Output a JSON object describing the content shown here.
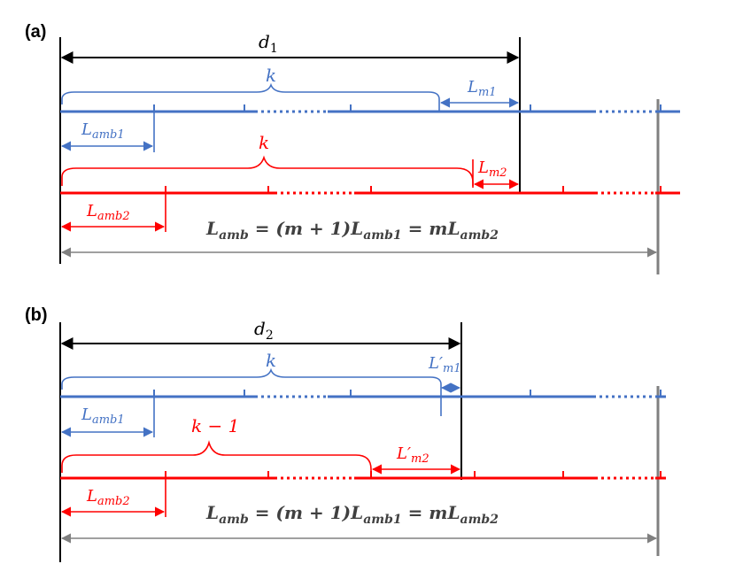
{
  "colors": {
    "blue": "#4472C4",
    "red": "#FF0000",
    "black": "#000000",
    "gray": "#808080",
    "eq_text": "#404040"
  },
  "panel_a": {
    "label": "(a)",
    "d_label": "d",
    "d_sub": "1",
    "k_blue": "k",
    "lm1_main": "L",
    "lm1_sub": "m1",
    "lamb1_main": "L",
    "lamb1_sub": "amb1",
    "k_red": "k",
    "lm2_main": "L",
    "lm2_sub": "m2",
    "lamb2_main": "L",
    "lamb2_sub": "amb2",
    "equation": "L_amb = (m + 1)L_amb1 = mL_amb2"
  },
  "panel_b": {
    "label": "(b)",
    "d_label": "d",
    "d_sub": "2",
    "k_blue": "k",
    "lm1_main": "L′",
    "lm1_sub": "m1",
    "lamb1_main": "L",
    "lamb1_sub": "amb1",
    "k_red": "k − 1",
    "lm2_main": "L′",
    "lm2_sub": "m2",
    "lamb2_main": "L",
    "lamb2_sub": "amb2",
    "equation": "L_amb = (m + 1)L_amb1 = mL_amb2"
  }
}
